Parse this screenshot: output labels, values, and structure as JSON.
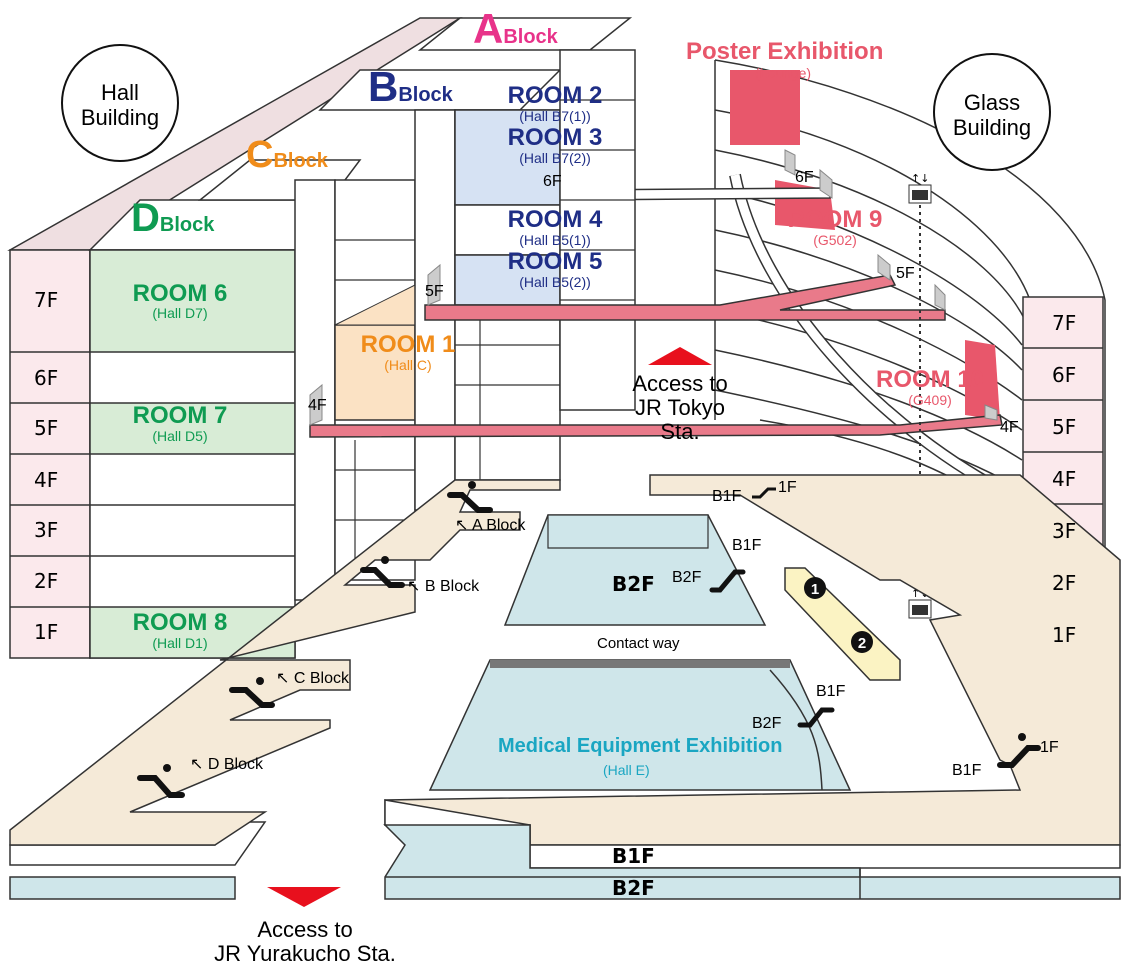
{
  "colors": {
    "room_blue": "#1f2e86",
    "room_green": "#0f9b52",
    "room_orange": "#f08c1a",
    "room_red": "#e8576b",
    "room_cyan": "#1aa6c2",
    "block_a": "#e8338a",
    "block_b": "#1f2e86",
    "block_c": "#f08c1a",
    "block_d": "#0f9b52",
    "pink_corridor": "#e97a8a",
    "beige_floor": "#f5ead8",
    "lightblue_floor": "#cfe6ea",
    "green_room": "#d8ecd6",
    "arrow_red": "#e8101d"
  },
  "buildings": {
    "hall": "Hall\nBuilding",
    "glass": "Glass\nBuilding"
  },
  "blocks": {
    "a": {
      "letter": "A",
      "word": "Block"
    },
    "b": {
      "letter": "B",
      "word": "Block"
    },
    "c": {
      "letter": "C",
      "word": "Block"
    },
    "d": {
      "letter": "D",
      "word": "Block"
    }
  },
  "poster": {
    "title": "Poster Exhibition",
    "sub": "(Lounge)"
  },
  "rooms": {
    "r1": {
      "name": "ROOM 1",
      "hall": "(Hall C)"
    },
    "r2": {
      "name": "ROOM 2",
      "hall": "(Hall B7(1))"
    },
    "r3": {
      "name": "ROOM 3",
      "hall": "(Hall B7(2))"
    },
    "r4": {
      "name": "ROOM 4",
      "hall": "(Hall B5(1))"
    },
    "r5": {
      "name": "ROOM 5",
      "hall": "(Hall B5(2))"
    },
    "r6": {
      "name": "ROOM 6",
      "hall": "(Hall D7)"
    },
    "r7": {
      "name": "ROOM 7",
      "hall": "(Hall D5)"
    },
    "r8": {
      "name": "ROOM 8",
      "hall": "(Hall D1)"
    },
    "r9": {
      "name": "ROOM 9",
      "hall": "(G502)"
    },
    "r10": {
      "name": "ROOM 10",
      "hall": "(G409)"
    }
  },
  "floors_left": [
    "7F",
    "6F",
    "5F",
    "4F",
    "3F",
    "2F",
    "1F"
  ],
  "floors_right": [
    "7F",
    "6F",
    "5F",
    "4F",
    "3F",
    "2F",
    "1F"
  ],
  "floor_tags": {
    "six_f_a": "6F",
    "six_f_glass": "6F",
    "five_f_a": "5F",
    "five_f_glass": "5F",
    "four_f_c": "4F",
    "four_f_glass": "4F",
    "b1f_1f": "B1F",
    "one_f": "1F",
    "b1f_top": "B1F",
    "b2f_top": "B2F",
    "b1f_mid": "B1F",
    "b2f_mid": "B2F",
    "one_f_right": "1F",
    "b1f_right": "B1F",
    "b2f_center": "B2F"
  },
  "escalators": {
    "a": "↖ A Block",
    "b": "↖ B Block",
    "c": "↖ C Block",
    "d": "↖ D Block"
  },
  "contact_way": "Contact way",
  "medical": {
    "title": "Medical Equipment Exhibition",
    "sub": "(Hall E)"
  },
  "base_levels": {
    "b1f": "B1F",
    "b2f": "B2F"
  },
  "access_tokyo": "Access to\nJR Tokyo Sta.",
  "access_yurakucho": "Access to\nJR Yurakucho Sta.",
  "markers": [
    "1",
    "2"
  ]
}
